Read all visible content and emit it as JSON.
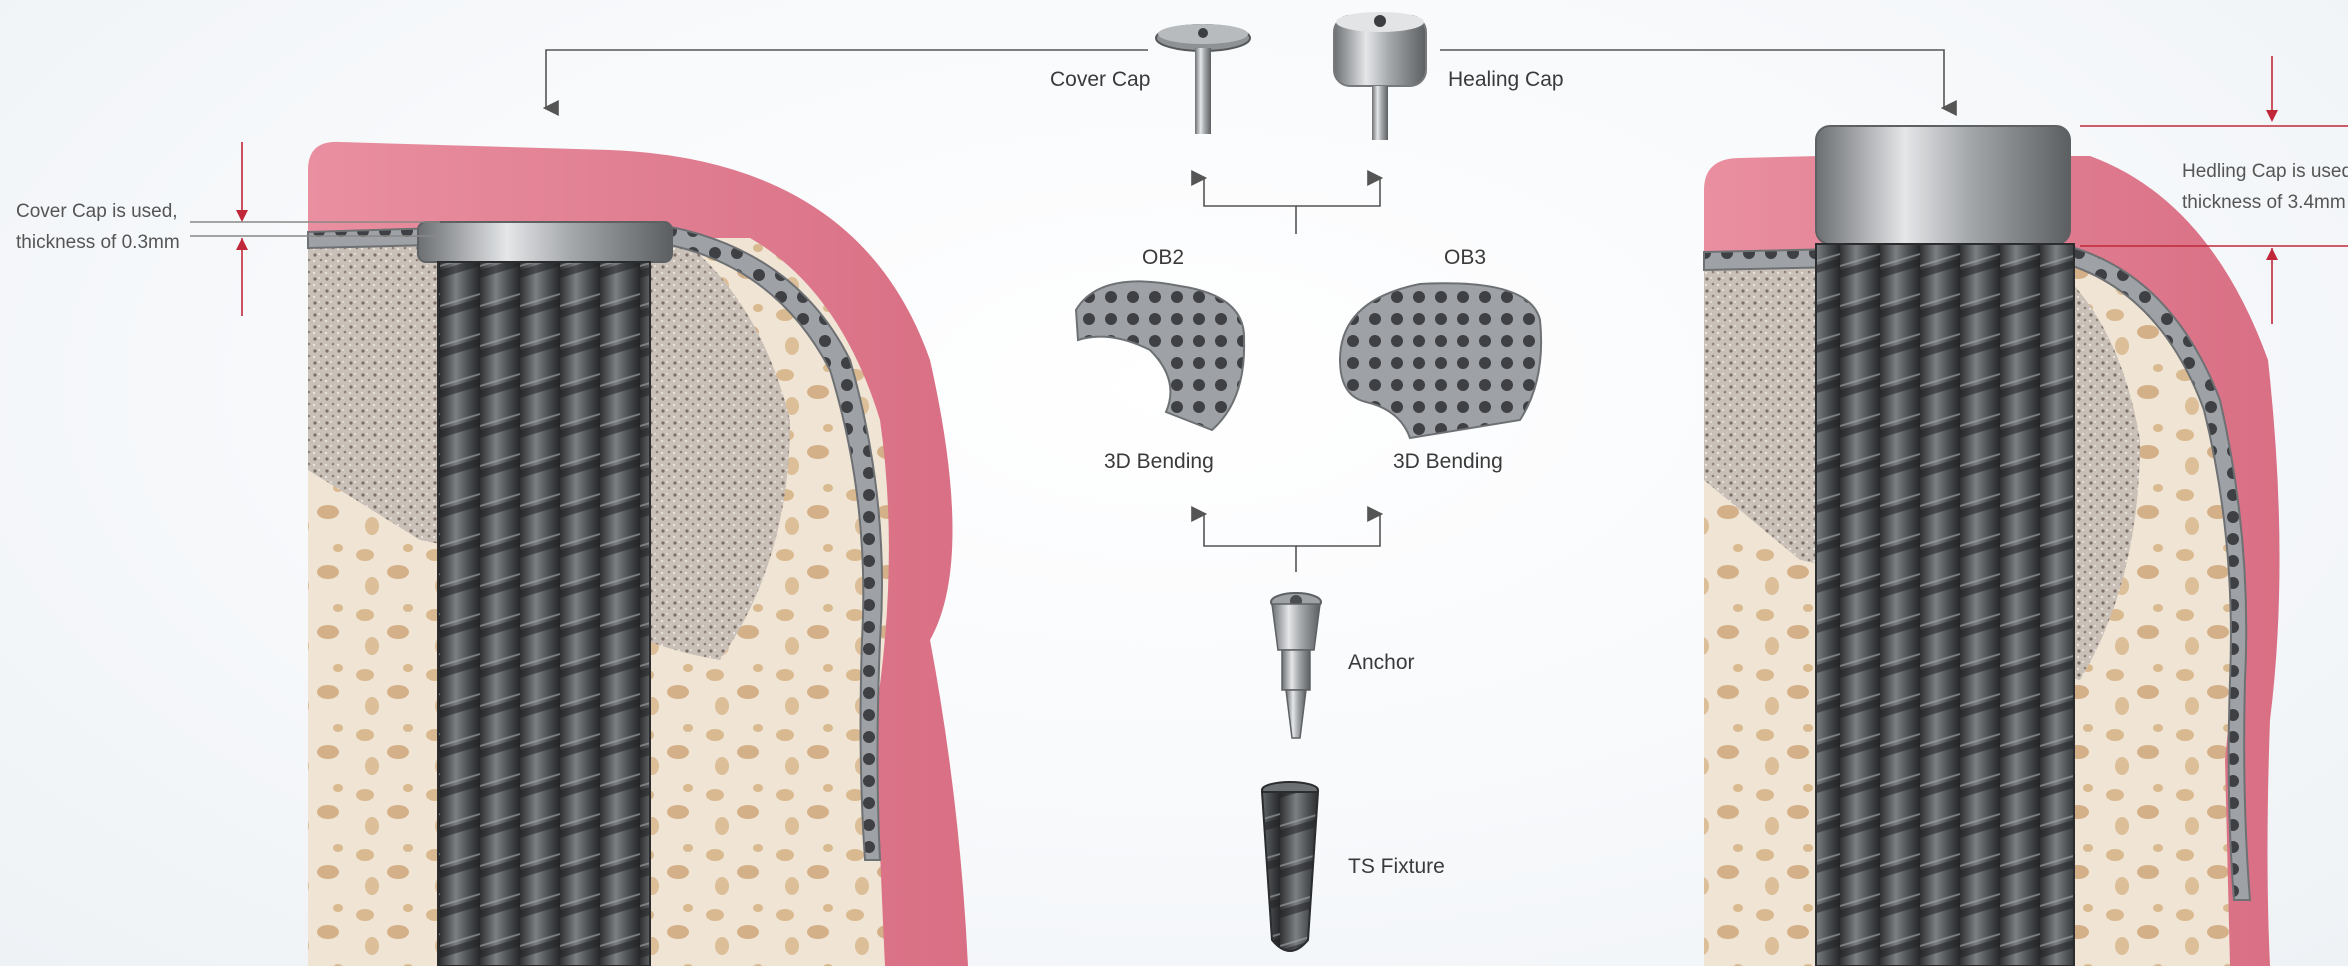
{
  "components": {
    "cover_cap": "Cover Cap",
    "healing_cap": "Healing Cap",
    "ob2": "OB2",
    "ob3": "OB3",
    "bending_left": "3D Bending",
    "bending_right": "3D Bending",
    "anchor": "Anchor",
    "fixture": "TS Fixture"
  },
  "notes": {
    "left_line1": "Cover Cap is used,",
    "left_line2": "thickness of 0.3mm",
    "right_line1": "Hedling Cap is used,",
    "right_line2": "thickness of 3.4mm"
  },
  "colors": {
    "gum": "#e58a9b",
    "bone": "#efe3d2",
    "graft": "#b9aea5",
    "metal": "#8a8d90",
    "fixture": "#4a4c4f",
    "arrow": "#555555",
    "dimension": "#c0283a"
  }
}
